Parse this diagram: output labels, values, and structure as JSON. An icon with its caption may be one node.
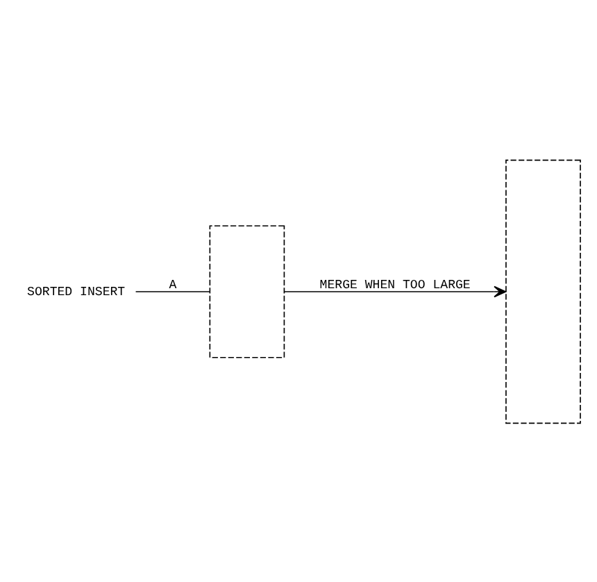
{
  "diagram": {
    "nodes": [
      {
        "text": [],
        "shape": "box"
      },
      {
        "text": [],
        "shape": "box"
      },
      {
        "text": [
          "SORTED INSERT"
        ]
      }
    ],
    "edges": [
      {
        "from": 2,
        "to": 0,
        "arrow": "none",
        "label": "A"
      },
      {
        "from": 0,
        "to": 1,
        "arrow": "to",
        "label": "MERGE WHEN TOO LARGE"
      }
    ]
  }
}
